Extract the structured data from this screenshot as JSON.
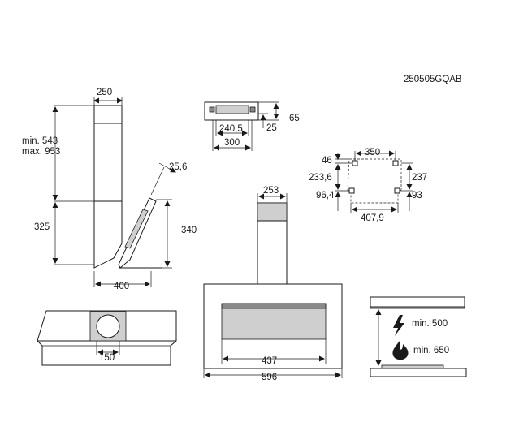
{
  "model_code": "250505GQAB",
  "side_view": {
    "chimney_width": "250",
    "chimney_height_min": "min. 543",
    "chimney_height_max": "max. 953",
    "hood_height_left": "325",
    "hood_height_right": "340",
    "angle": "25,6",
    "depth": "400"
  },
  "bracket_view": {
    "height_a": "65",
    "height_b": "25",
    "inner_width": "240,5",
    "outer_width": "300"
  },
  "fixing_points": {
    "top_left": "46",
    "top_width": "350",
    "left_mid": "233,6",
    "right_mid": "237",
    "left_low": "96,4",
    "right_low": "93",
    "bottom_width": "407,9"
  },
  "front_view": {
    "chimney_width": "253",
    "panel_width": "437",
    "total_width": "596"
  },
  "bottom_view": {
    "outlet_diameter": "150"
  },
  "clearance": {
    "electric_label": "min. 500",
    "gas_label": "min. 650",
    "electric_icon": "lightning-icon",
    "gas_icon": "flame-icon"
  }
}
